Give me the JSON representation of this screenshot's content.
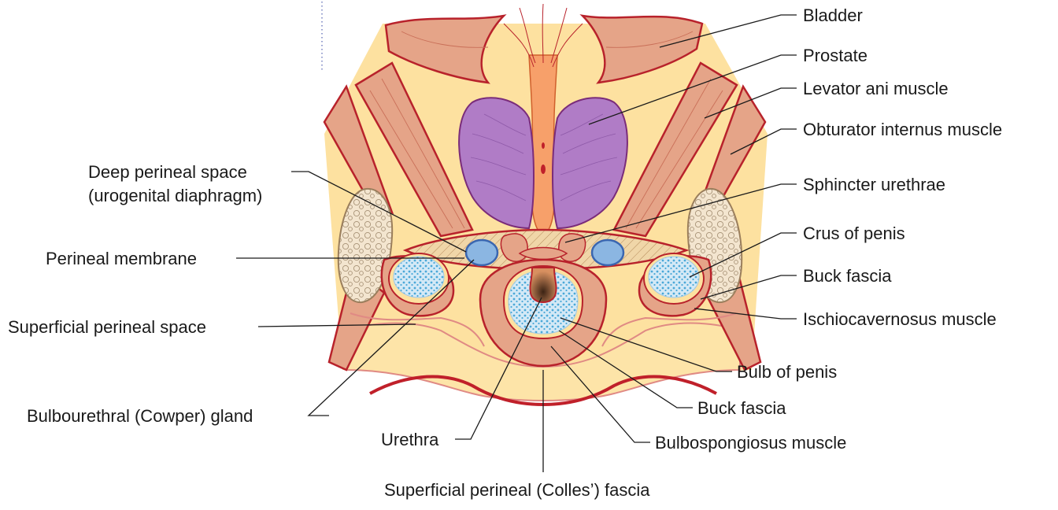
{
  "labels": {
    "bladder": "Bladder",
    "prostate": "Prostate",
    "levator_ani": "Levator ani muscle",
    "obturator_internus": "Obturator internus muscle",
    "deep_perineal_space_line1": "Deep perineal space",
    "deep_perineal_space_line2": "(urogenital diaphragm)",
    "sphincter_urethrae": "Sphincter urethrae",
    "crus_of_penis": "Crus of penis",
    "perineal_membrane": "Perineal membrane",
    "buck_fascia_right": "Buck fascia",
    "ischiocavernosus": "Ischiocavernosus muscle",
    "superficial_perineal_space": "Superficial perineal space",
    "bulb_of_penis": "Bulb of penis",
    "buck_fascia_lower": "Buck fascia",
    "bulbourethral_gland": "Bulbourethral (Cowper) gland",
    "urethra": "Urethra",
    "bulbospongiosus": "Bulbospongiosus muscle",
    "colles_fascia": "Superficial perineal (Colles’) fascia"
  },
  "colors": {
    "fat": "#fde1a0",
    "muscle": "#e5a488",
    "muscle_edge": "#b8222b",
    "prostate": "#b07cc6",
    "bone": "#f3e5cf",
    "erectile": "#cfe5f3",
    "erectile_dots": "#4aa8d8",
    "gland": "#8bb6e2"
  }
}
